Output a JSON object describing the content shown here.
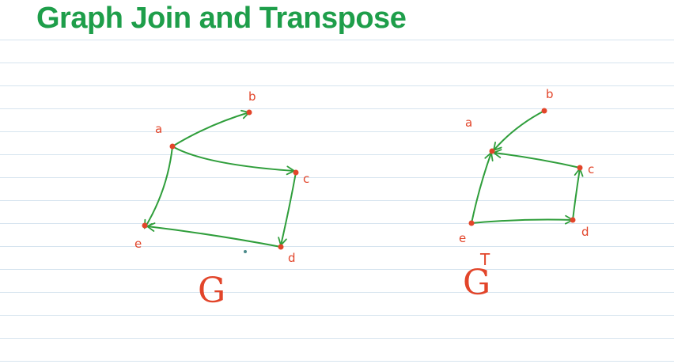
{
  "page": {
    "title": "Graph Join and Transpose"
  },
  "colors": {
    "title": "#1e9e4a",
    "edge": "#2f9e3b",
    "ink": "#e2452a",
    "rule": "#d6e4ef"
  },
  "graph_g": {
    "name": "G",
    "nodes": [
      "a",
      "b",
      "c",
      "d",
      "e"
    ],
    "edges": [
      [
        "a",
        "b"
      ],
      [
        "a",
        "c"
      ],
      [
        "a",
        "e"
      ],
      [
        "c",
        "d"
      ],
      [
        "d",
        "e"
      ]
    ]
  },
  "graph_gt": {
    "name": "G",
    "superscript": "T",
    "nodes": [
      "a",
      "b",
      "c",
      "d",
      "e"
    ],
    "edges": [
      [
        "b",
        "a"
      ],
      [
        "c",
        "a"
      ],
      [
        "e",
        "a"
      ],
      [
        "d",
        "c"
      ],
      [
        "e",
        "d"
      ]
    ]
  }
}
